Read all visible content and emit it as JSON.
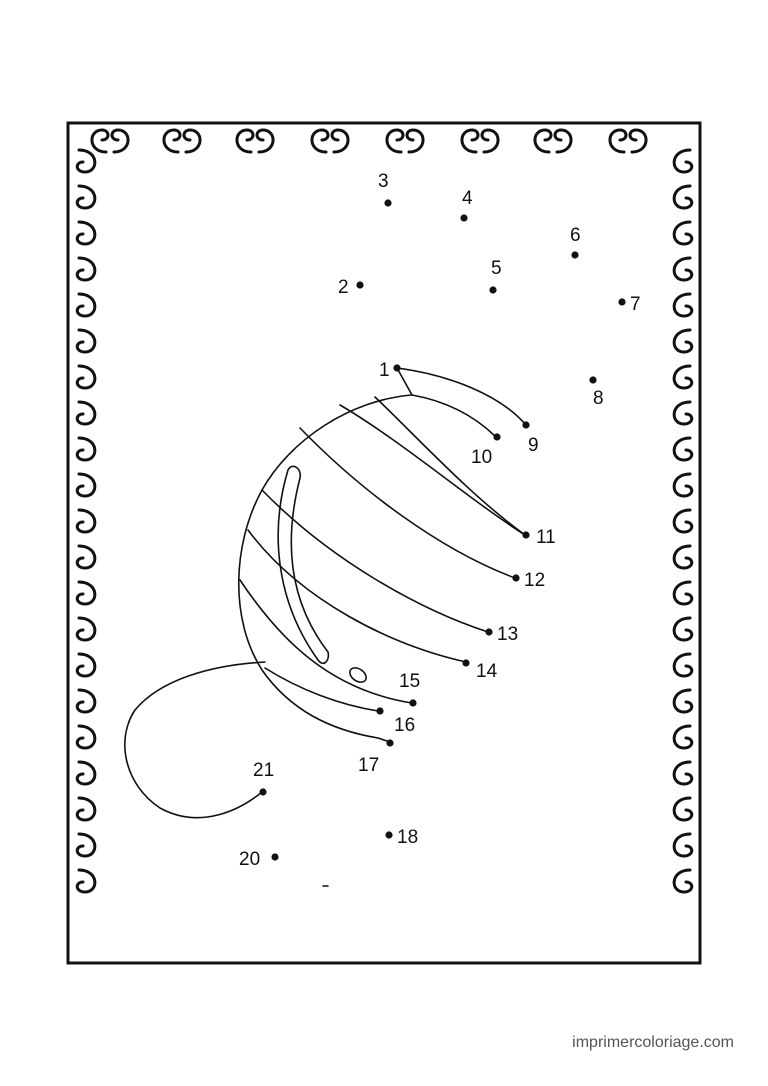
{
  "worksheet": {
    "frame_icon": "curly-scroll-border",
    "drawing_icon": "partial-outline-dot-to-dot",
    "ink_color": "#111111",
    "dots": [
      {
        "label": "1"
      },
      {
        "label": "2"
      },
      {
        "label": "3"
      },
      {
        "label": "4"
      },
      {
        "label": "5"
      },
      {
        "label": "6"
      },
      {
        "label": "7"
      },
      {
        "label": "8"
      },
      {
        "label": "9"
      },
      {
        "label": "10"
      },
      {
        "label": "11"
      },
      {
        "label": "12"
      },
      {
        "label": "13"
      },
      {
        "label": "14"
      },
      {
        "label": "15"
      },
      {
        "label": "16"
      },
      {
        "label": "17"
      },
      {
        "label": "18"
      },
      {
        "label": "20"
      },
      {
        "label": "21"
      }
    ]
  },
  "footer": {
    "credit": "imprimercoloriage.com"
  }
}
